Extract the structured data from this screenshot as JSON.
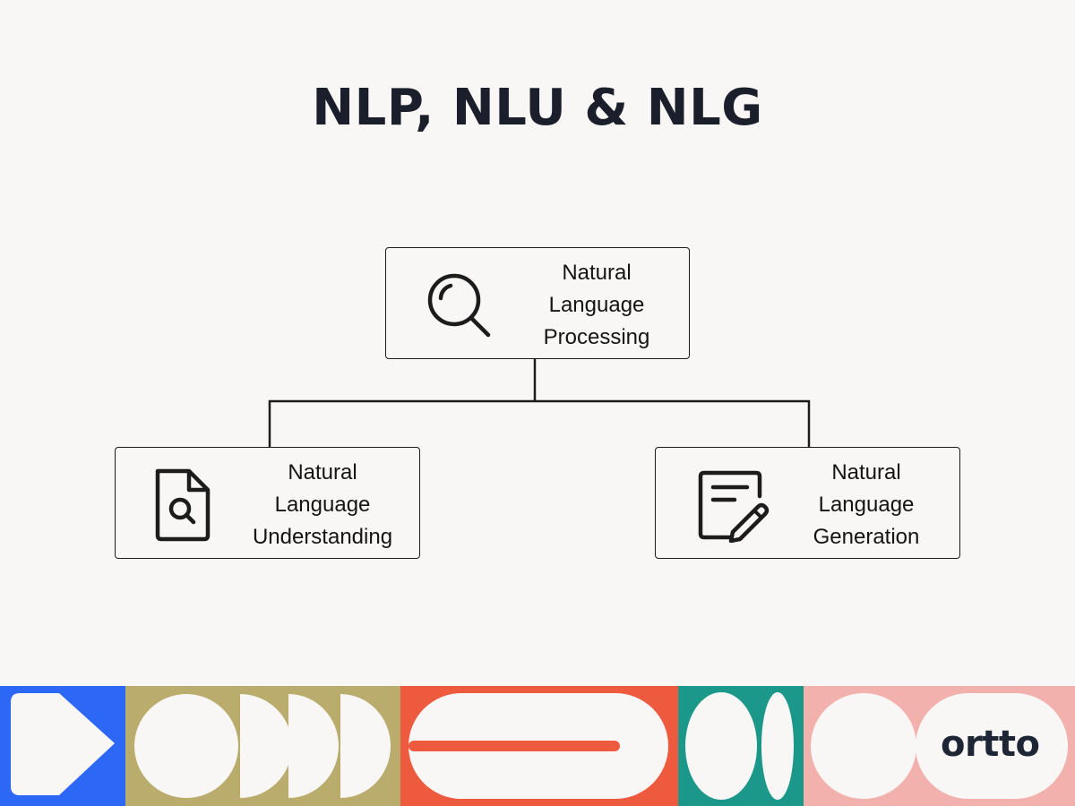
{
  "title": "NLP, NLU & NLG",
  "nodes": {
    "nlp": {
      "label": "Natural Language Processing",
      "lines": [
        "Natural",
        "Language",
        "Processing"
      ],
      "icon": "magnifier-icon"
    },
    "nlu": {
      "label": "Natural Language Understanding",
      "lines": [
        "Natural",
        "Language",
        "Understanding"
      ],
      "icon": "document-search-icon"
    },
    "nlg": {
      "label": "Natural Language Generation",
      "lines": [
        "Natural",
        "Language",
        "Generation"
      ],
      "icon": "document-edit-icon"
    }
  },
  "edges": [
    {
      "from": "nlp",
      "to": "nlu"
    },
    {
      "from": "nlp",
      "to": "nlg"
    }
  ],
  "footer": {
    "brand": "ortto",
    "colors": {
      "blue": "#2d67f6",
      "olive": "#b9ac6c",
      "orange": "#ee5a3e",
      "teal": "#1b9889",
      "pink": "#f3b1ad",
      "shape": "#f8f7f5"
    }
  }
}
